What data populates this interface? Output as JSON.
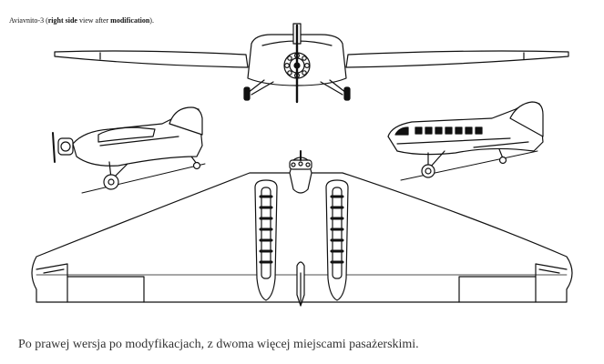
{
  "figure": {
    "caption_prefix": "Aviavnito-3 (",
    "caption_bold1": "right side",
    "caption_mid": " view after ",
    "caption_bold2": "modification",
    "caption_suffix": ")."
  },
  "caption": "Po prawej wersja po modyfikacjach, z dwoma więcej miejscami pasażerskimi."
}
